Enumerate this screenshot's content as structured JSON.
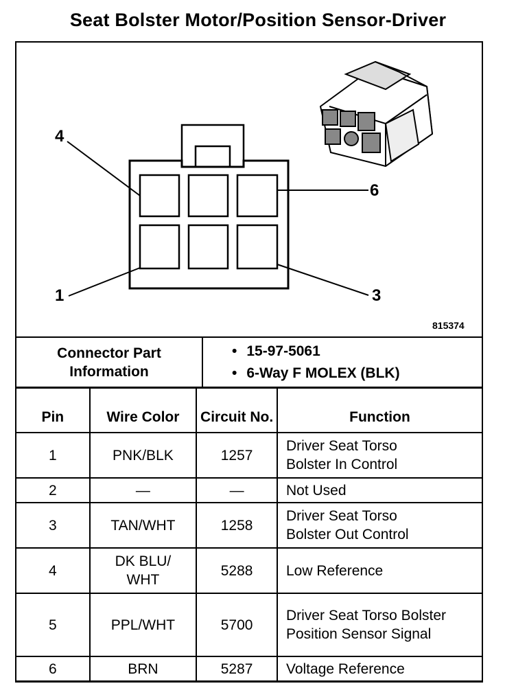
{
  "title": "Seat Bolster Motor/Position Sensor-Driver",
  "diagram": {
    "pin_callouts": [
      "4",
      "6",
      "1",
      "3"
    ],
    "figure_number": "815374"
  },
  "connector_info": {
    "label": "Connector Part Information",
    "values": [
      "15-97-5061",
      "6-Way F MOLEX (BLK)"
    ]
  },
  "table": {
    "headers": {
      "pin": "Pin",
      "wire_color": "Wire Color",
      "circuit": "Circuit No.",
      "function": "Function"
    },
    "rows": [
      {
        "pin": "1",
        "wire": "PNK/BLK",
        "circuit": "1257",
        "function": "Driver Seat Torso Bolster In Control"
      },
      {
        "pin": "2",
        "wire": "—",
        "circuit": "—",
        "function": "Not Used"
      },
      {
        "pin": "3",
        "wire": "TAN/WHT",
        "circuit": "1258",
        "function": "Driver Seat Torso Bolster Out Control"
      },
      {
        "pin": "4",
        "wire": "DK BLU/ WHT",
        "circuit": "5288",
        "function": "Low Reference"
      },
      {
        "pin": "5",
        "wire": "PPL/WHT",
        "circuit": "5700",
        "function": "Driver Seat Torso Bolster Position Sensor Signal"
      },
      {
        "pin": "6",
        "wire": "BRN",
        "circuit": "5287",
        "function": "Voltage Reference"
      }
    ]
  }
}
